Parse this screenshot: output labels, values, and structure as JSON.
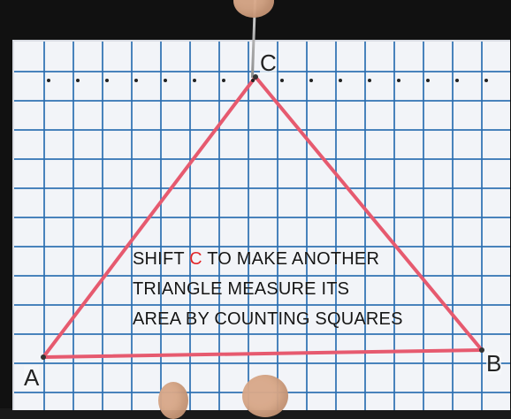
{
  "photo": {
    "vertices": {
      "a": "A",
      "b": "B",
      "c": "C"
    },
    "instruction": {
      "line1_prefix": "SHIFT ",
      "line1_accent": "C",
      "line1_suffix": " TO MAKE ANOTHER",
      "line2": "TRIANGLE MEASURE ITS",
      "line3": "AREA BY COUNTING SQUARES"
    },
    "colors": {
      "grid": "#2b6fb2",
      "band": "#e65a6f",
      "accent": "#e12629",
      "board": "#f2f4f8"
    }
  }
}
